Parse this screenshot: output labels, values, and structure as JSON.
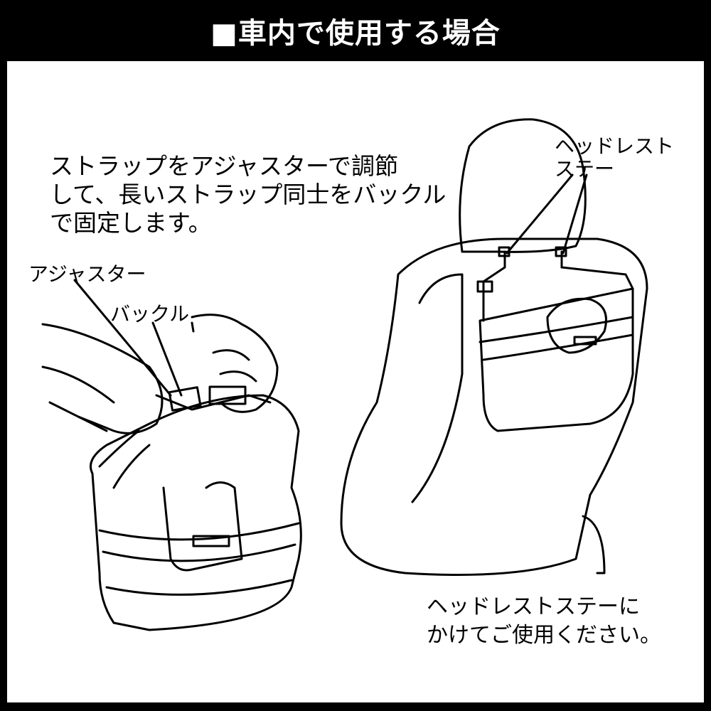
{
  "header": {
    "title": "■車内で使用する場合"
  },
  "instruction": {
    "lines": [
      "ストラップをアジャスターで調節",
      "して、長いストラップ同士をバックル",
      "で固定します。"
    ]
  },
  "labels": {
    "adjuster": "アジャスター",
    "buckle": "バックル",
    "headrest_stay": [
      "ヘッドレスト",
      "ステー"
    ]
  },
  "usage_note": {
    "lines": [
      "ヘッドレストステーに",
      "かけてご使用ください。"
    ]
  },
  "colors": {
    "frame": "#000000",
    "background": "#ffffff",
    "header_text": "#ffffff"
  }
}
